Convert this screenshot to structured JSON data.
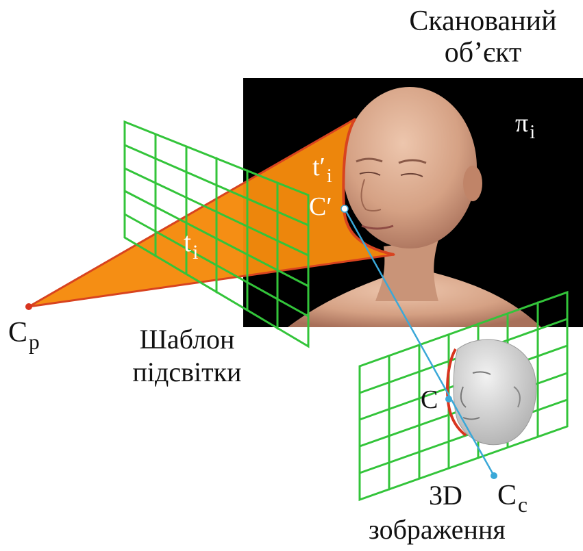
{
  "labels": {
    "scanned_object_line1": "Сканований",
    "scanned_object_line2": "об’єкт",
    "plane_symbol": "π",
    "plane_sub": "i",
    "projector_symbol": "C",
    "projector_sub": "p",
    "pattern_line1": "Шаблон",
    "pattern_line2": "підсвітки",
    "stripe_symbol": "t",
    "stripe_sub": "i",
    "stripe_on_object_symbol": "t′",
    "stripe_on_object_sub": "i",
    "object_point": "C′",
    "image_point": "C",
    "camera_symbol": "C",
    "camera_sub": "c",
    "image_line1": "3D",
    "image_line2": "зображення"
  },
  "colors": {
    "grid": "#33c43a",
    "light_plane": "#f58a0c",
    "light_plane_edge": "#d8431f",
    "ray": "#3aa8d8",
    "photo_background": "#000000",
    "skin": "#d9a98f",
    "mesh": "#d6d6d6",
    "projector_dot": "#d8341f"
  }
}
